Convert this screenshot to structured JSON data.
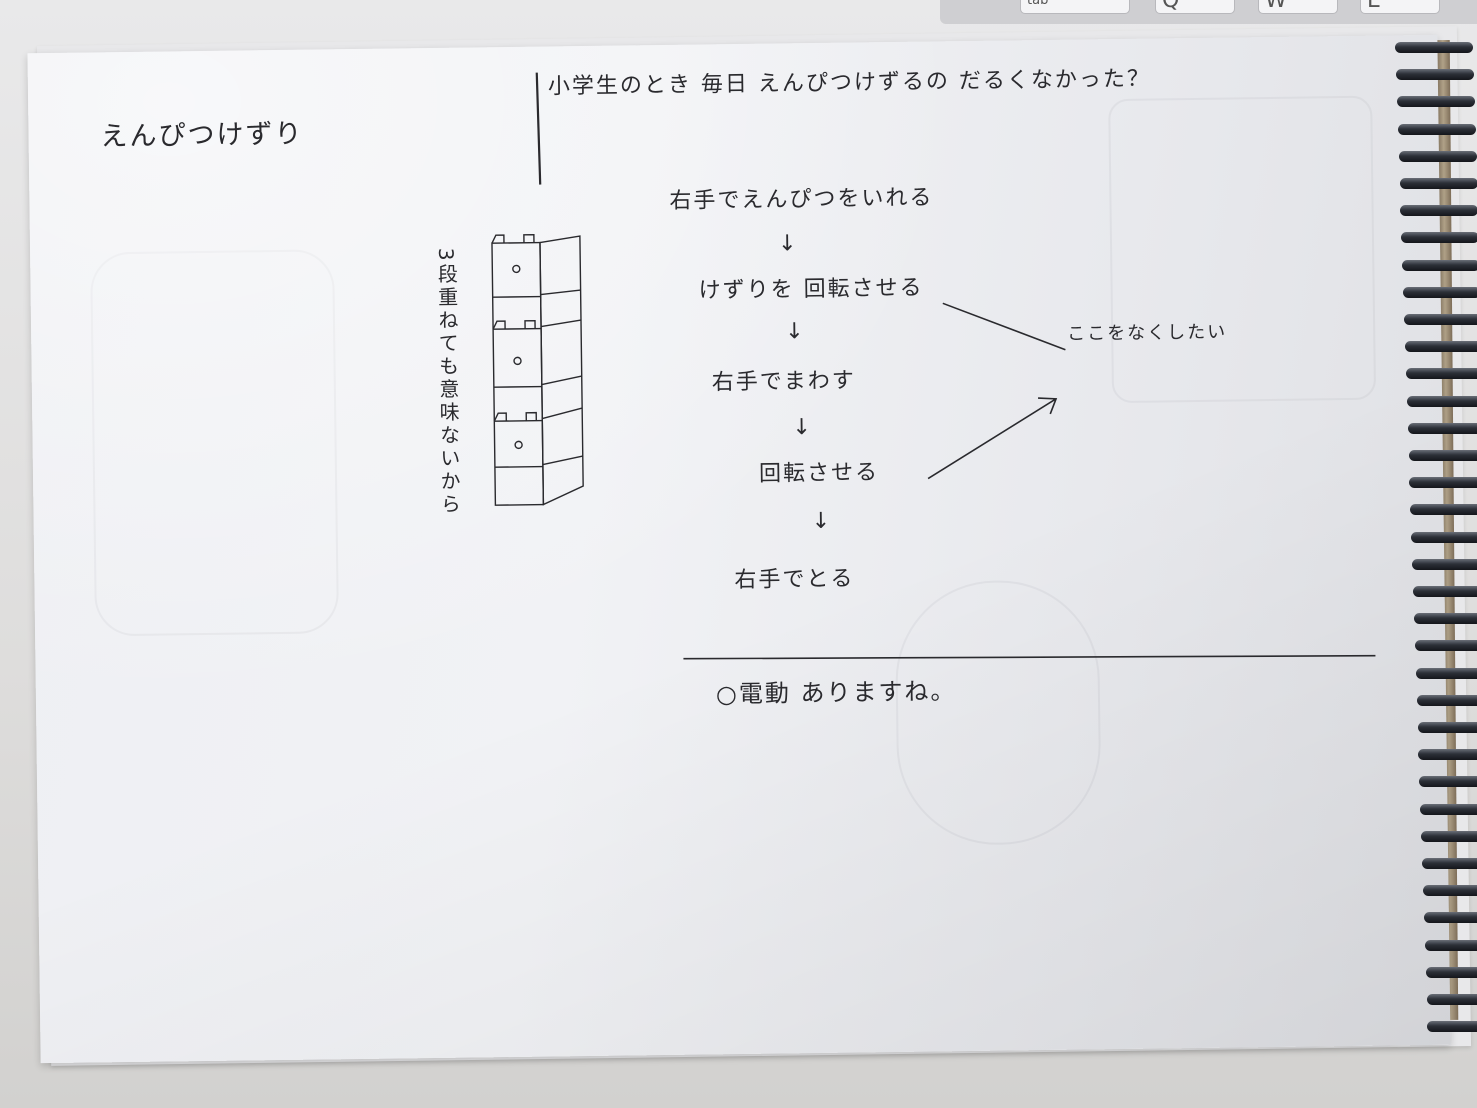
{
  "keyboard": {
    "keys": [
      {
        "label": "tab"
      },
      {
        "label": "Q"
      },
      {
        "label": "W"
      },
      {
        "label": "E"
      }
    ]
  },
  "notebook": {
    "title": "えんぴつけずり",
    "question": "小学生のとき 毎日 えんぴつけずるの だるくなかった？",
    "side_note": "3段重ねても意味ないから",
    "steps": [
      "右手でえんぴつをいれる",
      "けずりを 回転させる",
      "右手でまわす",
      "回転させる",
      "右手でとる"
    ],
    "step_arrow": "↓",
    "annotation": "ここをなくしたい",
    "footer_note": "○電動 ありますね。"
  },
  "colors": {
    "ink": "#2a2a2e",
    "paper": "#eeeff3",
    "background": "#d9d8d4",
    "spiral": "#2c3038"
  }
}
